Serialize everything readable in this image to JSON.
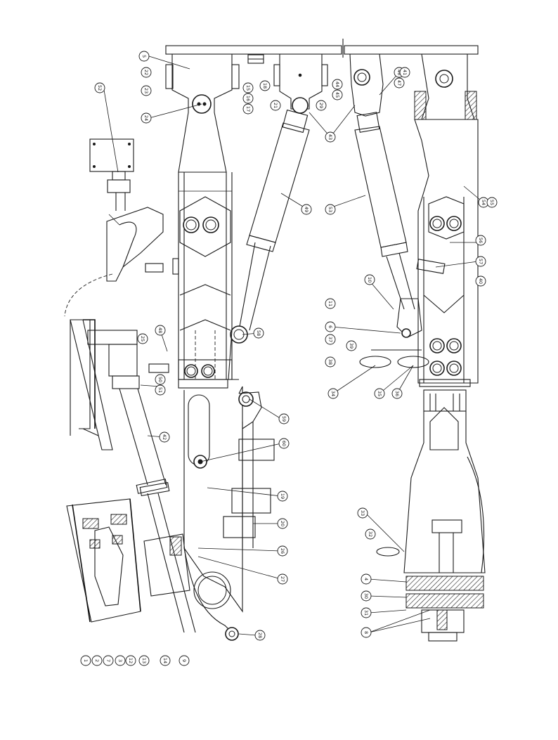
{
  "labels": [
    "5",
    "22",
    "23",
    "24",
    "15",
    "16",
    "17",
    "18",
    "21",
    "29",
    "43",
    "44",
    "45",
    "46",
    "47",
    "49",
    "53",
    "54",
    "55",
    "56",
    "57",
    "58",
    "59",
    "60",
    "4",
    "6",
    "8",
    "10",
    "11",
    "19",
    "20",
    "26",
    "27",
    "28",
    "30",
    "31",
    "32",
    "33",
    "34",
    "35",
    "36",
    "37",
    "38",
    "39",
    "40",
    "41",
    "42",
    "48",
    "50",
    "51",
    "52",
    "25",
    "1",
    "2",
    "3",
    "7",
    "9",
    "12",
    "13",
    "14"
  ]
}
